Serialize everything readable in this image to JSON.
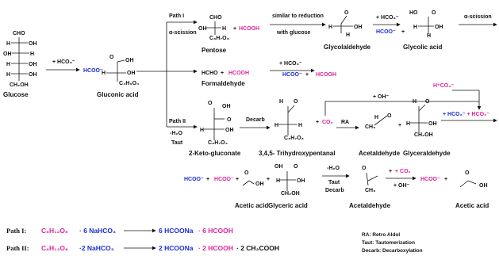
{
  "compounds": {
    "glucose": {
      "name": "Glucose",
      "atoms": [
        "CHO",
        "H",
        "OH",
        "OH",
        "H",
        "H",
        "OH",
        "H",
        "OH",
        "CH₂OH"
      ]
    },
    "gluconic": {
      "name": "Gluconic acid",
      "atoms": [
        "O",
        "OH",
        "H",
        "OH",
        "C₄H₉O₄"
      ]
    },
    "pentose": {
      "name": "Pentose",
      "atoms": [
        "CHO",
        "OH",
        "H",
        "C₃H₇O₃"
      ]
    },
    "glycolaldehyde": {
      "name": "Glycolaldehyde",
      "atoms": [
        "O",
        "H",
        "H",
        "OH"
      ]
    },
    "glycolic": {
      "name": "Glycolic acid",
      "atoms": [
        "HO",
        "O",
        "H",
        "OH",
        "H"
      ]
    },
    "ketogluconate": {
      "name": "2-Keto-gluconate",
      "atoms": [
        "O",
        "OH",
        "O",
        "H",
        "OH",
        "C₃H₇O₄"
      ]
    },
    "trihydroxy": {
      "name": "3,4,5- Trihydroxypentanal",
      "atoms": [
        "H",
        "O",
        "H",
        "H",
        "C₃H₇O₃"
      ]
    },
    "acetaldehyde1": {
      "name": "Acetaldehyde",
      "atoms": [
        "H",
        "O",
        "CH₃"
      ]
    },
    "glyceraldehyde": {
      "name": "Glyceraldehyde",
      "atoms": [
        "H",
        "O",
        "H",
        "OH",
        "CH₂OH"
      ]
    },
    "acetic1": {
      "name": "Acetic acid",
      "atoms": [
        "O",
        "OH"
      ]
    },
    "glyceric": {
      "name": "Glyceric acid",
      "atoms": [
        "OH",
        "O",
        "H",
        "OH",
        "CH₂OH"
      ]
    },
    "acetaldehyde2": {
      "name": "Acetaldehyde",
      "atoms": [
        "O",
        "CH₃"
      ]
    },
    "acetic2": {
      "name": "Acetic acid",
      "atoms": [
        "O",
        "OH"
      ]
    }
  },
  "reagents": {
    "hco3_1": "+ HCO₃⁻",
    "path1": "Path I",
    "path1_sub": "α-scission",
    "hcooh_1": "HCOOH",
    "similar": "similar to reduction",
    "with_glucose": "with glucose",
    "hco3_2": "+ HCO₃⁻",
    "alpha_scission_right": "α-scission",
    "hcho": "HCHO",
    "hcooh_form": "HCOOH",
    "hco3_form": "+ HCO₃⁻",
    "path2": "Path II",
    "minus_h2o": "-H₂O",
    "taut": "Taut",
    "decarb": "Decarb",
    "co2_1": "CO₂",
    "ra": "RA",
    "plus_oh": "+ OH⁻",
    "hco3_top": "H⁺CO₃⁻",
    "hco3_hco3": "+ HCO₃⁻ + HCO₃⁻",
    "minus_h2o_2": "-H₂O",
    "taut_2": "Taut",
    "decarb_2": "Decarb",
    "co2_2": "+ CO₂",
    "plus_oh_2": "+ OH⁻"
  },
  "products": {
    "hcoo_1": "HCOO⁻",
    "hcoo_2": "HCOO⁻",
    "hcoo_form": "HCOO⁻",
    "hcooh_form_out": "HCOOH",
    "hcoo_row3a": "HCOO⁻",
    "hcoo_row3b": "HCOO⁻",
    "hcoo_row3c": "HCOO⁻"
  },
  "equations": [
    {
      "label": "Path I:",
      "reactant": "C₆H₁₂O₆",
      "reagent": "· 6 NaHCO₃",
      "product_a": "6 HCOONa",
      "product_b": "· 6 HCOOH",
      "product_c": ""
    },
    {
      "label": "Path II:",
      "reactant": "C₆H₁₂O₆",
      "reagent": "·2 NaHCO₃",
      "product_a": "2 HCOONa",
      "product_b": "· 2 HCOOH",
      "product_c": "· 2 CH₃COOH"
    }
  ],
  "legend": [
    "RA: Retro Aldol",
    "Taut: Tautomerization",
    "Decarb: Decarboxylation"
  ],
  "colors": {
    "blue": "#1a2fd6",
    "magenta": "#e0249a",
    "black": "#111111"
  }
}
